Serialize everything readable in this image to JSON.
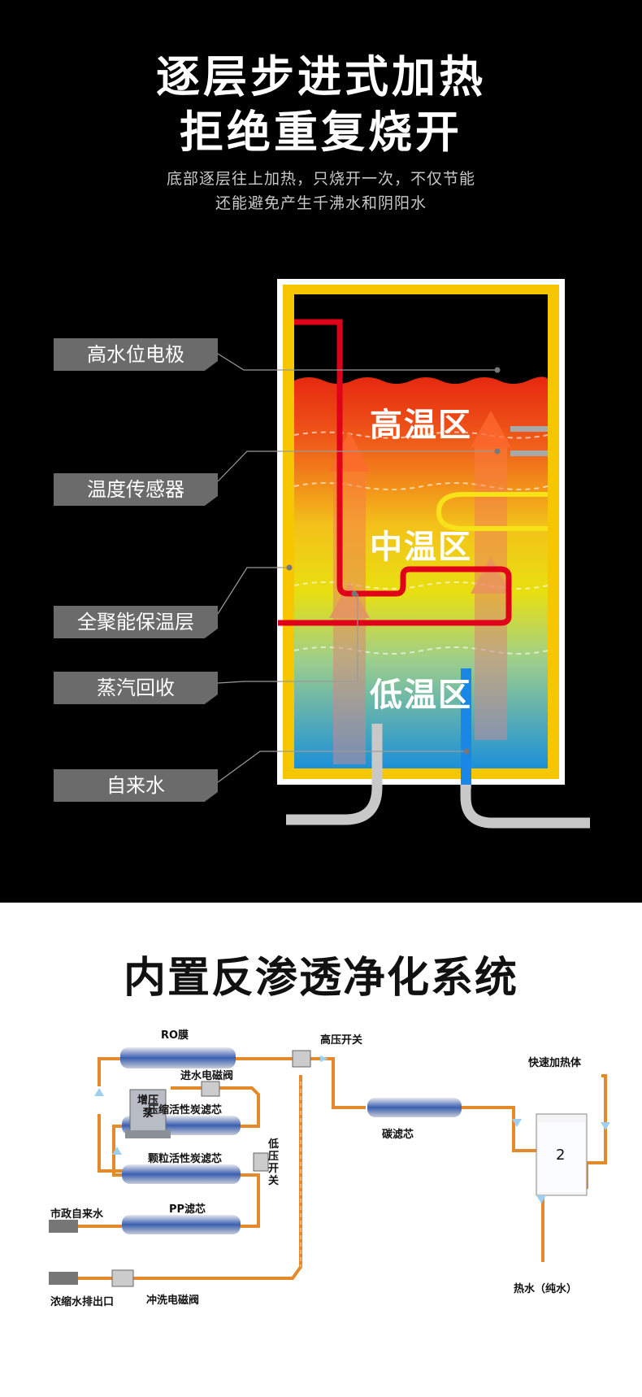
{
  "heater": {
    "title_line1": "逐层步进式加热",
    "title_line2": "拒绝重复烧开",
    "sub_line1": "底部逐层往上加热，只烧开一次，不仅节能",
    "sub_line2": "还能避免产生千沸水和阴阳水",
    "labels": [
      "高水位电极",
      "温度传感器",
      "全聚能保温层",
      "蒸汽回收",
      "自来水"
    ],
    "zones": {
      "high": "高温区",
      "mid": "中温区",
      "low": "低温区"
    },
    "colors": {
      "frame": "#f5c400",
      "hot": "#e8260e",
      "warm": "#f2d500",
      "cold": "#1f94d6",
      "pipe": "#e0001a"
    }
  },
  "ro": {
    "title": "内置反渗透净化系统",
    "parts": {
      "ro_membrane": "RO膜",
      "high_pressure_switch": "高压开关",
      "booster_pump": "增压泵",
      "inlet_valve": "进水电磁阀",
      "compressed_carbon": "压缩活性炭滤芯",
      "granular_carbon": "颗粒活性炭滤芯",
      "pp_filter": "PP滤芯",
      "low_pressure_switch": "低压开关",
      "city_water": "市政自来水",
      "waste_outlet": "浓缩水排出口",
      "flush_valve": "冲洗电磁阀",
      "carbon_filter": "碳滤芯",
      "fast_heater": "快速加热体",
      "heater_num": "2",
      "hot_water": "热水（纯水）"
    }
  }
}
